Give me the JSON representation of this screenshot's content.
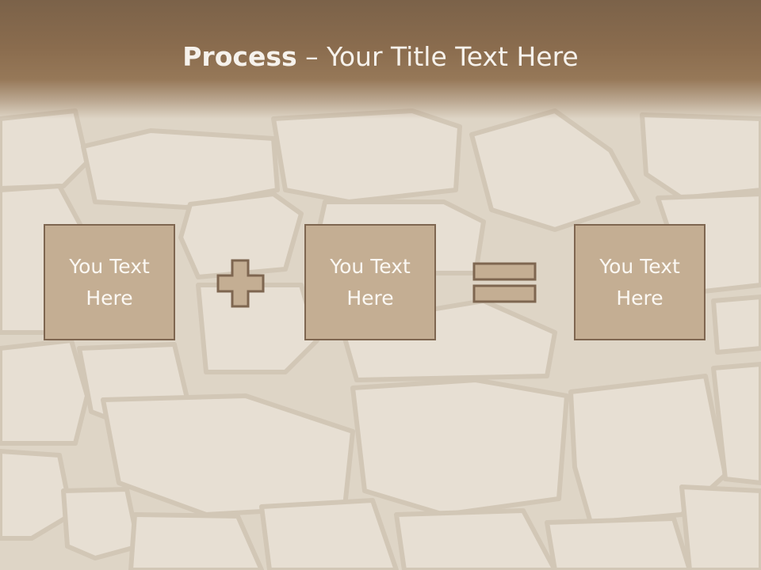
{
  "slide": {
    "title_bold": "Process",
    "title_rest": " – Your Title Text Here"
  },
  "process": {
    "boxes": [
      {
        "label": "You Text\nHere"
      },
      {
        "label": "You Text\nHere"
      },
      {
        "label": "You Text\nHere"
      }
    ],
    "operators": [
      "plus-icon",
      "equals-icon"
    ]
  },
  "colors": {
    "header": "#8a6c4e",
    "box_fill": "#c4ae93",
    "box_border": "#7e6650",
    "text": "#ffffff",
    "background": "#d9cfc0"
  }
}
